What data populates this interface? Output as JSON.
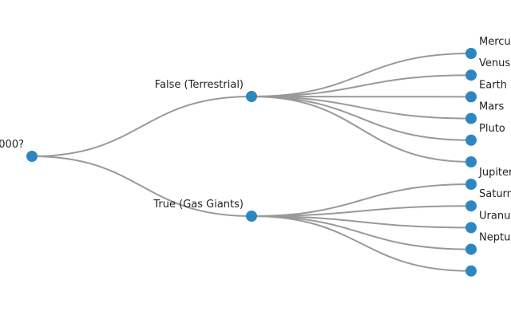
{
  "tree": {
    "root": {
      "label": "000?",
      "children": [
        {
          "label": "False (Terrestrial)",
          "children": [
            {
              "label": "Mercury"
            },
            {
              "label": "Venus"
            },
            {
              "label": "Earth"
            },
            {
              "label": "Mars"
            },
            {
              "label": "Pluto"
            },
            {
              "label": ""
            }
          ]
        },
        {
          "label": "True (Gas Giants)",
          "children": [
            {
              "label": "Jupiter"
            },
            {
              "label": "Saturn"
            },
            {
              "label": "Uranus"
            },
            {
              "label": "Neptune"
            },
            {
              "label": ""
            }
          ]
        }
      ]
    },
    "colors": {
      "node": "#2e86c1",
      "link": "#999999",
      "text": "#222222"
    }
  }
}
